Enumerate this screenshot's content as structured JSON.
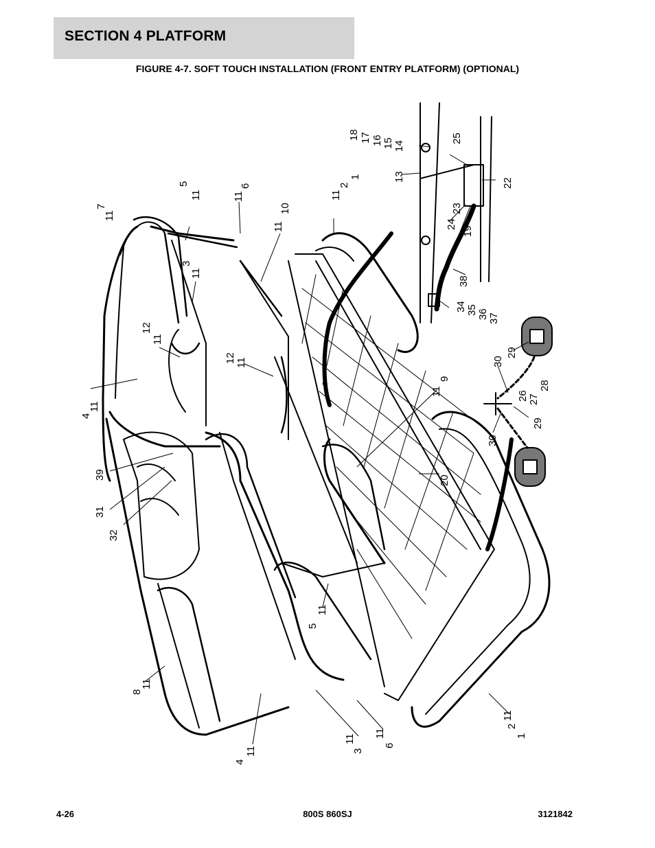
{
  "header": {
    "section_title": "SECTION 4   PLATFORM"
  },
  "figure": {
    "caption": "FIGURE 4-7. SOFT TOUCH INSTALLATION (FRONT ENTRY PLATFORM) (OPTIONAL)"
  },
  "callouts": {
    "c18": "18",
    "c17": "17",
    "c16": "16",
    "c15": "15",
    "c14": "14",
    "c25": "25",
    "c13": "13",
    "c22": "22",
    "c24": "24",
    "c23": "23",
    "c19": "19",
    "c38": "38",
    "c34": "34",
    "c35": "35",
    "c36": "36",
    "c37": "37",
    "c30a": "30",
    "c29a": "29",
    "c26": "26",
    "c27": "27",
    "c28": "28",
    "c30b": "30",
    "c29b": "29",
    "c7": "7",
    "c11_7": "11",
    "c5a": "5",
    "c11_5a": "11",
    "c11_6a": "11",
    "c6a": "6",
    "c11_10": "11",
    "c10": "10",
    "c11_2a": "11",
    "c2a": "2",
    "c1a": "1",
    "c3a": "3",
    "c11_3a": "11",
    "c12a": "12",
    "c11_12a": "11",
    "c12b": "12",
    "c11_12b": "11",
    "c4a": "4",
    "c11_4a": "11",
    "c11_9": "11",
    "c9": "9",
    "c20": "20",
    "c39": "39",
    "c31": "31",
    "c32": "32",
    "c5b": "5",
    "c11_5b": "11",
    "c8": "8",
    "c11_8": "11",
    "c4b": "4",
    "c11_4b": "11",
    "c11_3b": "11",
    "c3b": "3",
    "c11_6b": "11",
    "c6b": "6",
    "c11_2b": "11",
    "c2b": "2",
    "c1b": "1"
  },
  "footer": {
    "page": "4-26",
    "model": "800S 860SJ",
    "part_number": "3121842"
  }
}
